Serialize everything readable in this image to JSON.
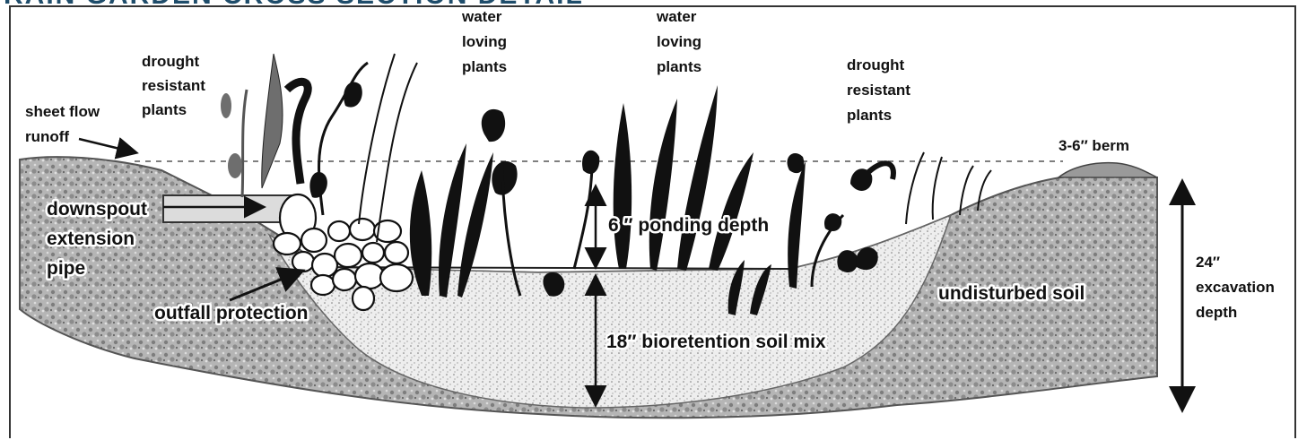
{
  "title": {
    "text": "RAIN GARDEN CROSS SECTION DETAIL"
  },
  "labels": {
    "drought_left": [
      "drought",
      "resistant",
      "plants"
    ],
    "water_loving_1": [
      "water",
      "loving",
      "plants"
    ],
    "water_loving_2": [
      "water",
      "loving",
      "plants"
    ],
    "drought_right": [
      "drought",
      "resistant",
      "plants"
    ],
    "sheet_flow": [
      "sheet flow",
      "runoff"
    ],
    "berm": "3-6″ berm",
    "downspout": [
      "downspout",
      "extension",
      "pipe"
    ],
    "outfall": "outfall protection",
    "ponding": "6 ″ ponding depth",
    "bioretention": "18″ bioretention soil mix",
    "undisturbed": "undisturbed soil",
    "excavation": [
      "24″",
      "excavation",
      "depth"
    ]
  },
  "colors": {
    "title": "#1f4d6b",
    "soil": "#a9a9a9",
    "soil_mix": "#ececec",
    "plant_dark": "#111111",
    "plant_grey": "#6e6e6e",
    "pipe": "#d9d9d9",
    "berm": "#9a9a9a"
  }
}
